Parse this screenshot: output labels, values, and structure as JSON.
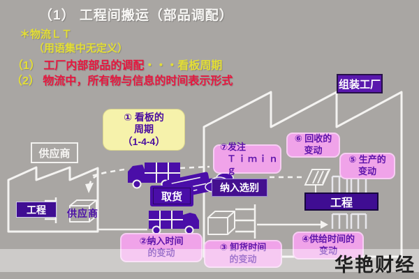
{
  "title": "（1） 工程间搬运（部品调配）",
  "notes": {
    "line1": "＊物流ＬＴ",
    "line2": "（用语集中无定义）",
    "line3_num": "（1） ",
    "line3_red": "工厂内部部品的调配",
    "line3_dots": "・・・",
    "line3_tail": "看板周期",
    "line4_num": "（2） ",
    "line4_red": "物流中，所有物与信息的时间表示形式"
  },
  "labels": {
    "assembly_factory": "组装工厂",
    "supplier": "供应商",
    "supplier_inner": "供应商",
    "process_left": "工程",
    "process_right": "工程",
    "pickup": "取货",
    "intake_sorting": "纳入选别"
  },
  "callouts": {
    "kanban_cycle": {
      "l1": "① 看板的",
      "l2": "周期",
      "l3": "（1-4-4）"
    },
    "order_timing": {
      "l1": "⑦发注",
      "l2": "Ｔｉｍｉｎｇ"
    },
    "recovery_variation": {
      "l1": "⑥ 回收的",
      "l2": "变动"
    },
    "production_variation": {
      "l1": "⑤ 生产的",
      "l2": "变动"
    },
    "delivery_time_variation": {
      "l1": "②纳入时间",
      "l2": "的变动"
    },
    "unloading_time_variation": {
      "l1": "③ 卸货时间",
      "l2": "的变动"
    },
    "supply_time_variation": {
      "l1": "④供给时间的",
      "l2": "变动"
    }
  },
  "watermark": "华艳财经",
  "colors": {
    "background": "#a9a6a3",
    "deep_purple": "#4a0ea8",
    "pink_callout": "#f0a3e9",
    "yellow_note": "#e3de35",
    "red_note": "#e6173f",
    "pale_yellow_box": "#f6f2ab",
    "outline_white": "#f4f3f1"
  }
}
